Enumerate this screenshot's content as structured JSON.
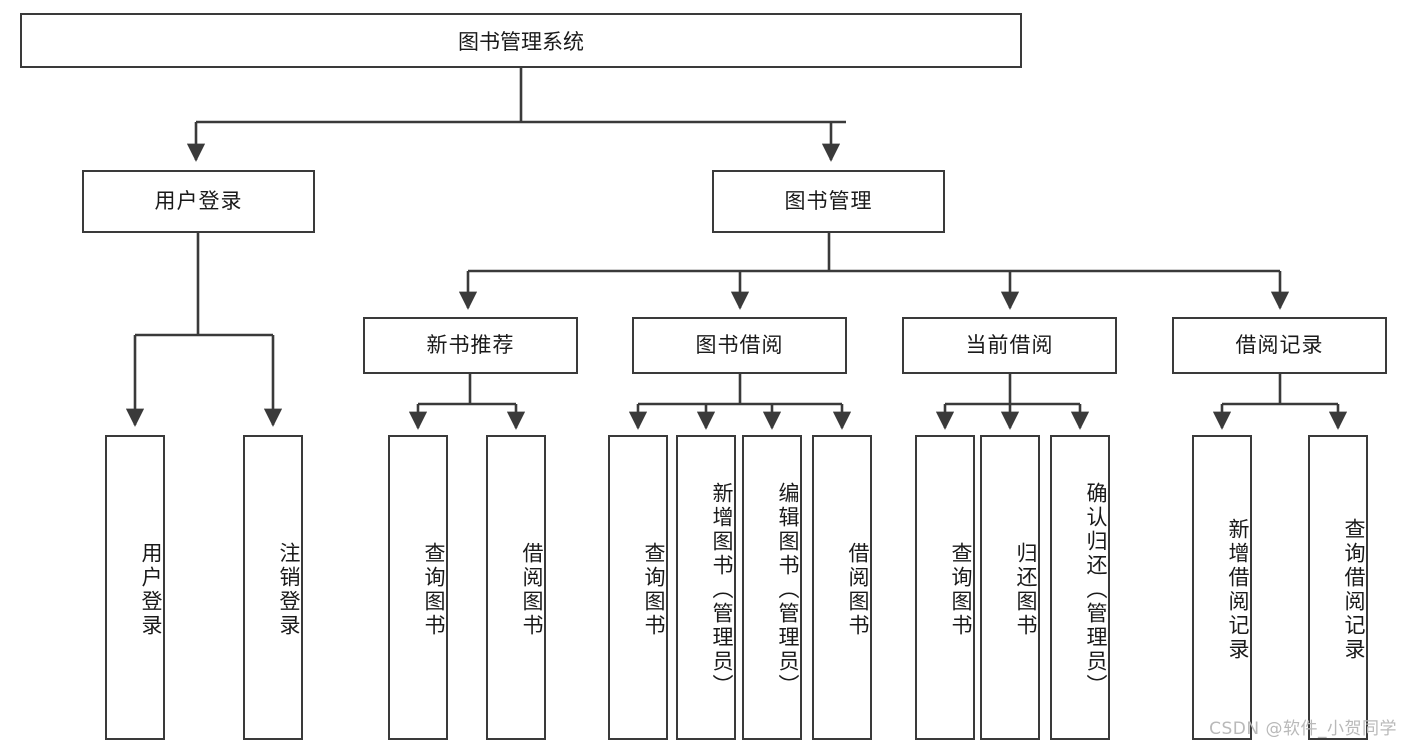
{
  "diagram": {
    "title": "图书管理系统",
    "type": "tree-hierarchy",
    "root": {
      "id": "root",
      "label": "图书管理系统"
    },
    "level2": [
      {
        "id": "user-login",
        "label": "用户登录"
      },
      {
        "id": "book-manage",
        "label": "图书管理"
      }
    ],
    "level3": [
      {
        "id": "new-book-rec",
        "label": "新书推荐",
        "parent": "book-manage"
      },
      {
        "id": "book-borrow",
        "label": "图书借阅",
        "parent": "book-manage"
      },
      {
        "id": "current-borrow",
        "label": "当前借阅",
        "parent": "book-manage"
      },
      {
        "id": "borrow-record",
        "label": "借阅记录",
        "parent": "book-manage"
      }
    ],
    "leaves": {
      "user_login": [
        {
          "id": "leaf-user-login",
          "label": "用户登录"
        },
        {
          "id": "leaf-logout",
          "label": "注销登录"
        }
      ],
      "new_book_rec": [
        {
          "id": "leaf-query-book-1",
          "label": "查询图书"
        },
        {
          "id": "leaf-borrow-book-1",
          "label": "借阅图书"
        }
      ],
      "book_borrow": [
        {
          "id": "leaf-query-book-2",
          "label": "查询图书"
        },
        {
          "id": "leaf-add-book",
          "label": "新增图书（管理员）"
        },
        {
          "id": "leaf-edit-book",
          "label": "编辑图书（管理员）"
        },
        {
          "id": "leaf-borrow-book-2",
          "label": "借阅图书"
        }
      ],
      "current_borrow": [
        {
          "id": "leaf-query-book-3",
          "label": "查询图书"
        },
        {
          "id": "leaf-return-book",
          "label": "归还图书"
        },
        {
          "id": "leaf-confirm-return",
          "label": "确认归还（管理员）"
        }
      ],
      "borrow_record": [
        {
          "id": "leaf-add-record",
          "label": "新增借阅记录"
        },
        {
          "id": "leaf-query-record",
          "label": "查询借阅记录"
        }
      ]
    },
    "watermark": "CSDN @软件_小贺同学",
    "colors": {
      "stroke": "#3a3a3a",
      "fill": "#ffffff",
      "text": "#1a1a1a",
      "watermark": "#b9b9b9"
    }
  }
}
